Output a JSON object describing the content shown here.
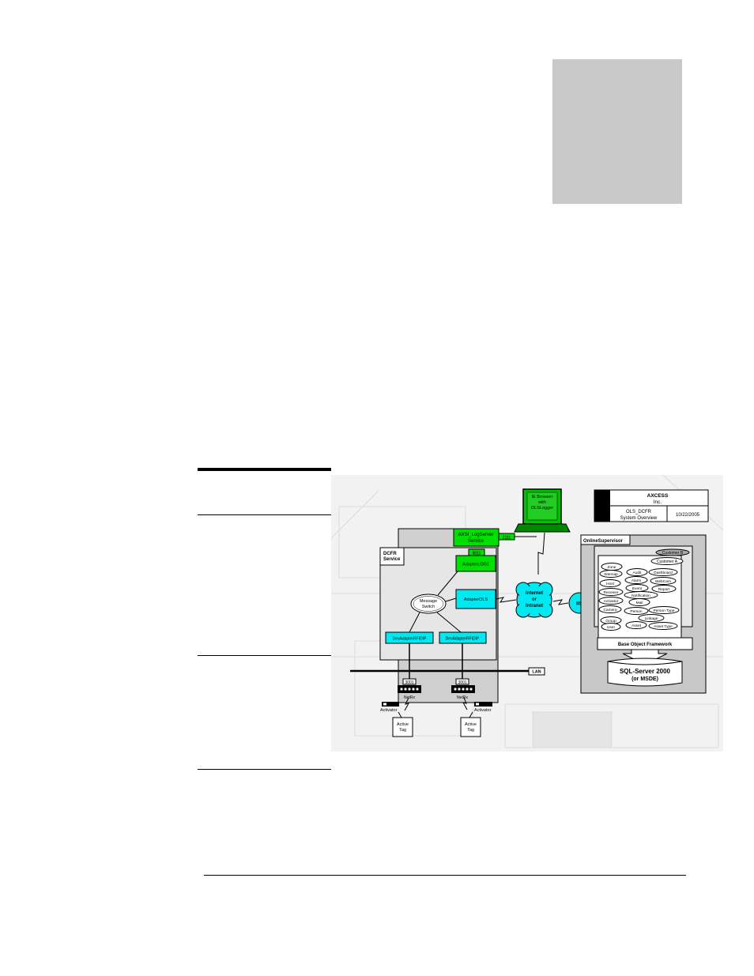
{
  "diagram": {
    "title_block": {
      "company": "AXCESS",
      "company_suffix": "Inc.",
      "doc": "OLS_DCFR",
      "subtitle": "System Overview",
      "date": "10/22/2005"
    },
    "laptop": {
      "line1": "IE Browser",
      "line2": "with",
      "line3": "OLSLogger"
    },
    "logserver": {
      "line1": "AXSI_LogServer",
      "line2": "Service",
      "port_top": "2111",
      "port_mid": "8011"
    },
    "dcfr": {
      "line1": "DCFR",
      "line2": "Service"
    },
    "adapter_log": "AdapterLOG1",
    "adapter_ols": "AdapterOLS",
    "message_switch": {
      "line1": "Message",
      "line2": "Switch"
    },
    "dev_adapter_1": "DevAdapterRFIDIP",
    "dev_adapter_2": "DevAdapterRFIDIP",
    "internet": {
      "line1": "Internet",
      "line2": "or",
      "line3": "Intranet"
    },
    "iis": "IIS",
    "online_supervisor": "OnlineSupervisor",
    "customer_b": "Customer B",
    "customer_a": "Customer A",
    "objects": [
      "Zone",
      "Sitemap",
      "Audit",
      "Dashboard",
      "Host",
      "Alarm",
      "WebCam",
      "Receiver",
      "Event",
      "Report",
      "Notification",
      "Activator",
      "Mail",
      "Camera",
      "Person",
      "Person Type",
      "Linkage",
      "Group",
      "User",
      "Asset",
      "Asset Type"
    ],
    "base_framework": "Base Object Framework",
    "sql": {
      "line1": "SQL-Server 2000",
      "line2": "(or MSDE)"
    },
    "lan": "LAN",
    "netrx_port_1": "3001",
    "netrx_port_2": "3001",
    "netrx_1": "NetRx",
    "netrx_2": "NetRx",
    "activator_1": "Activator",
    "activator_2": "Activator",
    "tag_1": {
      "line1": "Active",
      "line2": "Tag"
    },
    "tag_2": {
      "line1": "Active",
      "line2": "Tag"
    }
  }
}
